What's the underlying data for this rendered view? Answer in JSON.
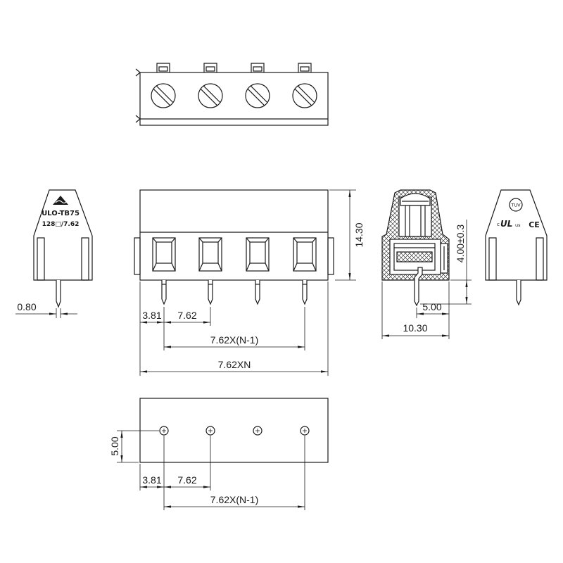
{
  "drawing": {
    "side_left": {
      "model_label": "ULO-TB75",
      "code_label": "128□/7.62"
    },
    "certification_marks": {
      "tuv": "TUV",
      "ul_c": "c",
      "ul": "UL",
      "ul_us": "us",
      "ce": "CE"
    },
    "dimensions": {
      "pin_width": "0.80",
      "front_edge_to_pin": "3.81",
      "front_pitch": "7.62",
      "front_pin_span": "7.62X(N-1)",
      "front_overall_length": "7.62XN",
      "overall_height": "14.30",
      "pin_length": "4.00±0.3",
      "pin_offset": "5.00",
      "overall_depth": "10.30",
      "pcb_row_offset": "5.00",
      "pcb_edge_to_hole": "3.81",
      "pcb_pitch": "7.62",
      "pcb_hole_span": "7.62X(N-1)"
    }
  },
  "colors": {
    "line": "#1a1a1a",
    "background": "#ffffff"
  }
}
